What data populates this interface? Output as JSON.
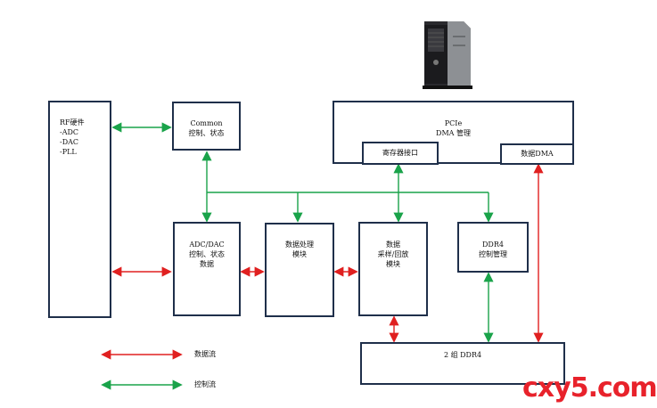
{
  "blocks": {
    "rf": [
      "RF硬件",
      "-ADC",
      "-DAC",
      "-PLL"
    ],
    "common": [
      "Common",
      "控制、状态"
    ],
    "pcie": [
      "PCIe",
      "DMA 管理"
    ],
    "reg": "寄存器接口",
    "dma": "数据DMA",
    "adc": [
      "ADC/DAC",
      "控制、状态",
      "数据"
    ],
    "proc": [
      "数据处理",
      "模块"
    ],
    "cap": [
      "数据",
      "采样/回放",
      "模块"
    ],
    "ddrc": [
      "DDR4",
      "控制管理"
    ],
    "ddr": "2 组 DDR4"
  },
  "legend": {
    "data": "数据流",
    "ctrl": "控制流"
  },
  "colors": {
    "data_flow": "#e02020",
    "control_flow": "#1aa34a",
    "border": "#1f2f4a"
  },
  "watermark": "cxy5.com"
}
